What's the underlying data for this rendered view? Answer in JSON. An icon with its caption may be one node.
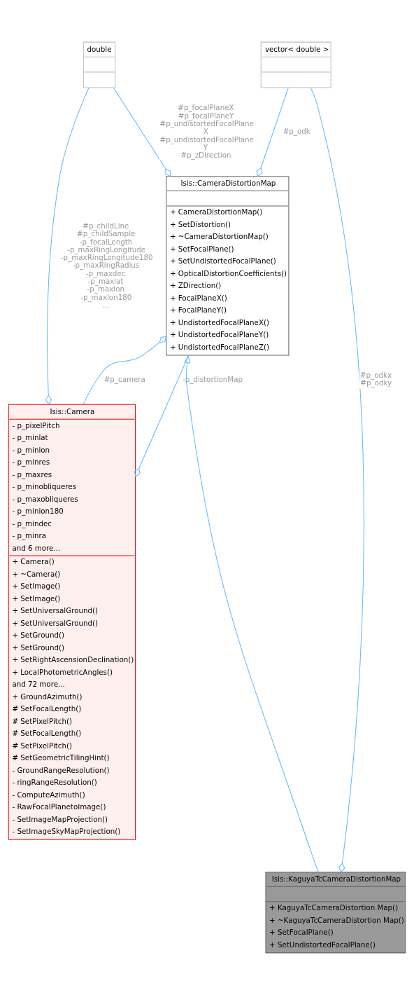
{
  "diagram": {
    "nodes": [
      {
        "text": [
          "double"
        ]
      },
      {
        "text": [
          "vector< double >"
        ]
      },
      {
        "text": [
          "Isis::CameraDistortionMap",
          "+ CameraDistortionMap()",
          "+ SetDistortion()",
          "+ ~CameraDistortionMap()",
          "+ SetFocalPlane()",
          "+ SetUndistortedFocalPlane()",
          "+ OpticalDistortionCoefficients()",
          "+ ZDirection()",
          "+ FocalPlaneX()",
          "+ FocalPlaneY()",
          "+ UndistortedFocalPlaneX()",
          "+ UndistortedFocalPlaneY()",
          "+ UndistortedFocalPlaneZ()"
        ]
      },
      {
        "text": [
          "Isis::Camera",
          "- p_pixelPitch",
          "- p_minlat",
          "- p_minlon",
          "- p_minres",
          "- p_maxres",
          "- p_minobliqueres",
          "- p_maxobliqueres",
          "- p_minlon180",
          "- p_mindec",
          "- p_minra",
          "and 6 more...",
          "+ Camera()",
          "+ ~Camera()",
          "+ SetImage()",
          "+ SetImage()",
          "+ SetUniversalGround()",
          "+ SetUniversalGround()",
          "+ SetGround()",
          "+ SetGround()",
          "+ SetRightAscensionDeclination()",
          "+ LocalPhotometricAngles()",
          "and 72 more...",
          "+ GroundAzimuth()",
          "# SetFocalLength()",
          "# SetPixelPitch()",
          "# SetFocalLength()",
          "# SetPixelPitch()",
          "# SetGeometricTilingHint()",
          "- GroundRangeResolution()",
          "- ringRangeResolution()",
          "- ComputeAzimuth()",
          "- RawFocalPlanetoImage()",
          "- SetImageMapProjection()",
          "- SetImageSkyMapProjection()"
        ]
      },
      {
        "text": [
          "Isis::KaguyaTcCameraDistortionMap",
          "+ KaguyaTcCameraDistortion Map()",
          "+ ~KaguyaTcCameraDistortion Map()",
          "+ SetFocalPlane()",
          "+ SetUndistortedFocalPlane()"
        ]
      }
    ],
    "edges": [
      {
        "from": 0,
        "to": 2,
        "arrow": "other",
        "label": "#p_focalPlaneX #p_focalPlaneY #p_undistortedFocalPlane X #p_undistortedFocalPlane Y #p_zDirection"
      },
      {
        "from": 0,
        "to": 3,
        "arrow": "other",
        "label": "#p_childLine #p_childSample -p_focalLength -p_maxRingLongitude -p_maxRingLongitude180 -p_maxRingRadius -p_maxdec -p_maxlat -p_maxlon -p_maxlon180 ..."
      },
      {
        "from": 1,
        "to": 2,
        "arrow": "other",
        "label": "#p_odk"
      },
      {
        "from": 1,
        "to": 4,
        "arrow": "other",
        "label": "#p_odkx #p_odky"
      },
      {
        "from": 3,
        "to": 2,
        "arrow": "other",
        "label": "#p_camera"
      },
      {
        "from": 2,
        "to": 3,
        "arrow": "other",
        "label": "-p_distortionMap"
      },
      {
        "from": 4,
        "to": 2,
        "arrow": "to"
      }
    ]
  }
}
